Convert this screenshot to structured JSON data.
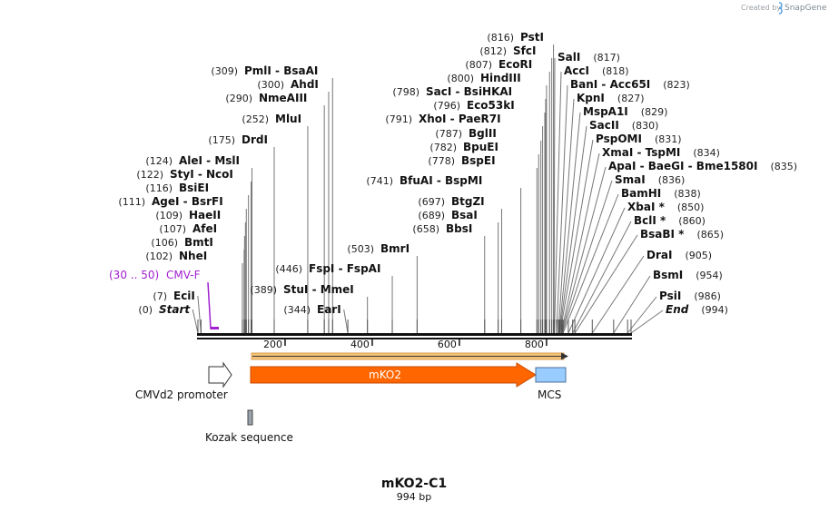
{
  "credit": {
    "prefix": "Created by",
    "brand": "SnapGene"
  },
  "map": {
    "title": "mKO2-C1",
    "length_label": "994 bp",
    "total_length": 994,
    "ruler_ticks": [
      "200",
      "400",
      "600",
      "800"
    ]
  },
  "sites": [
    {
      "num": "(0)",
      "label": "Start",
      "pos": 0,
      "style": "it"
    },
    {
      "num": "(7)",
      "label": "EciI",
      "pos": 7
    },
    {
      "num": "(344)",
      "label": "EarI",
      "pos": 344
    },
    {
      "num": "(389)",
      "label": "StuI  -  MmeI",
      "pos": 389
    },
    {
      "num": "(446)",
      "label": "FspI  -  FspAI",
      "pos": 446
    },
    {
      "num": "(503)",
      "label": "BmrI",
      "pos": 503
    },
    {
      "num": "(102)",
      "label": "NheI",
      "pos": 102
    },
    {
      "num": "(106)",
      "label": "BmtI",
      "pos": 106
    },
    {
      "num": "(107)",
      "label": "AfeI",
      "pos": 107
    },
    {
      "num": "(109)",
      "label": "HaeII",
      "pos": 109
    },
    {
      "num": "(111)",
      "label": "AgeI  -  BsrFI",
      "pos": 111
    },
    {
      "num": "(116)",
      "label": "BsiEI",
      "pos": 116
    },
    {
      "num": "(122)",
      "label": "StyI  -  NcoI",
      "pos": 122
    },
    {
      "num": "(124)",
      "label": "AleI  -  MslI",
      "pos": 124
    },
    {
      "num": "(175)",
      "label": "DrdI",
      "pos": 175
    },
    {
      "num": "(252)",
      "label": "MluI",
      "pos": 252
    },
    {
      "num": "(290)",
      "label": "NmeAIII",
      "pos": 290
    },
    {
      "num": "(300)",
      "label": "AhdI",
      "pos": 300
    },
    {
      "num": "(309)",
      "label": "PmlI  -  BsaAI",
      "pos": 309
    },
    {
      "num": "(658)",
      "label": "BbsI",
      "pos": 658
    },
    {
      "num": "(689)",
      "label": "BsaI",
      "pos": 689
    },
    {
      "num": "(697)",
      "label": "BtgZI",
      "pos": 697
    },
    {
      "num": "(741)",
      "label": "BfuAI  -  BspMI",
      "pos": 741
    },
    {
      "num": "(778)",
      "label": "BspEI",
      "pos": 778
    },
    {
      "num": "(782)",
      "label": "BpuEI",
      "pos": 782
    },
    {
      "num": "(787)",
      "label": "BglII",
      "pos": 787
    },
    {
      "num": "(791)",
      "label": "XhoI  -  PaeR7I",
      "pos": 791
    },
    {
      "num": "(796)",
      "label": "Eco53kI",
      "pos": 796
    },
    {
      "num": "(798)",
      "label": "SacI  -  BsiHKAI",
      "pos": 798
    },
    {
      "num": "(800)",
      "label": "HindIII",
      "pos": 800
    },
    {
      "num": "(807)",
      "label": "EcoRI",
      "pos": 807
    },
    {
      "num": "(812)",
      "label": "SfcI",
      "pos": 812
    },
    {
      "num": "(816)",
      "label": "PstI",
      "pos": 816
    },
    {
      "num": "(817)",
      "label": "SalI",
      "pos": 817,
      "num_right": true
    },
    {
      "num": "(818)",
      "label": "AccI",
      "pos": 818,
      "num_right": true
    },
    {
      "num": "(823)",
      "label": "BanI  -  Acc65I",
      "pos": 823,
      "num_right": true
    },
    {
      "num": "(827)",
      "label": "KpnI",
      "pos": 827,
      "num_right": true
    },
    {
      "num": "(829)",
      "label": "MspA1I",
      "pos": 829,
      "num_right": true
    },
    {
      "num": "(830)",
      "label": "SacII",
      "pos": 830,
      "num_right": true
    },
    {
      "num": "(831)",
      "label": "PspOMI",
      "pos": 831,
      "num_right": true
    },
    {
      "num": "(834)",
      "label": "XmaI  -  TspMI",
      "pos": 834,
      "num_right": true
    },
    {
      "num": "(835)",
      "label": "ApaI  -  BaeGI  -  Bme1580I",
      "pos": 835,
      "num_right": true
    },
    {
      "num": "(836)",
      "label": "SmaI",
      "pos": 836,
      "num_right": true
    },
    {
      "num": "(838)",
      "label": "BamHI",
      "pos": 838,
      "num_right": true
    },
    {
      "num": "(850)",
      "label": "XbaI *",
      "pos": 850,
      "num_right": true
    },
    {
      "num": "(860)",
      "label": "BclI *",
      "pos": 860,
      "num_right": true
    },
    {
      "num": "(865)",
      "label": "BsaBI *",
      "pos": 865,
      "num_right": true
    },
    {
      "num": "(905)",
      "label": "DraI",
      "pos": 905,
      "num_right": true
    },
    {
      "num": "(954)",
      "label": "BsmI",
      "pos": 954,
      "num_right": true
    },
    {
      "num": "(986)",
      "label": "PsiI",
      "pos": 986,
      "num_right": true
    },
    {
      "num": "(994)",
      "label": "End",
      "pos": 994,
      "num_right": true,
      "style": "it"
    }
  ],
  "primer": {
    "range": "(30 .. 50)",
    "name": "CMV-F",
    "start": 30,
    "end": 50,
    "color": "#a020d0"
  },
  "features": {
    "promoter": {
      "label": "CMVd2 promoter",
      "start": 0,
      "end": 76
    },
    "kozak": {
      "label": "Kozak sequence",
      "start": 118,
      "end": 125
    },
    "orf": {
      "label": "mKO2",
      "start": 124,
      "end": 789,
      "color": "#ff6600",
      "outline": "#c84a00"
    },
    "mcs": {
      "label": "MCS",
      "start": 790,
      "end": 859,
      "color": "#99ccff",
      "outline": "#4d6f99"
    },
    "translation": {
      "start": 124,
      "end": 862,
      "color": "#f7c27a"
    }
  }
}
